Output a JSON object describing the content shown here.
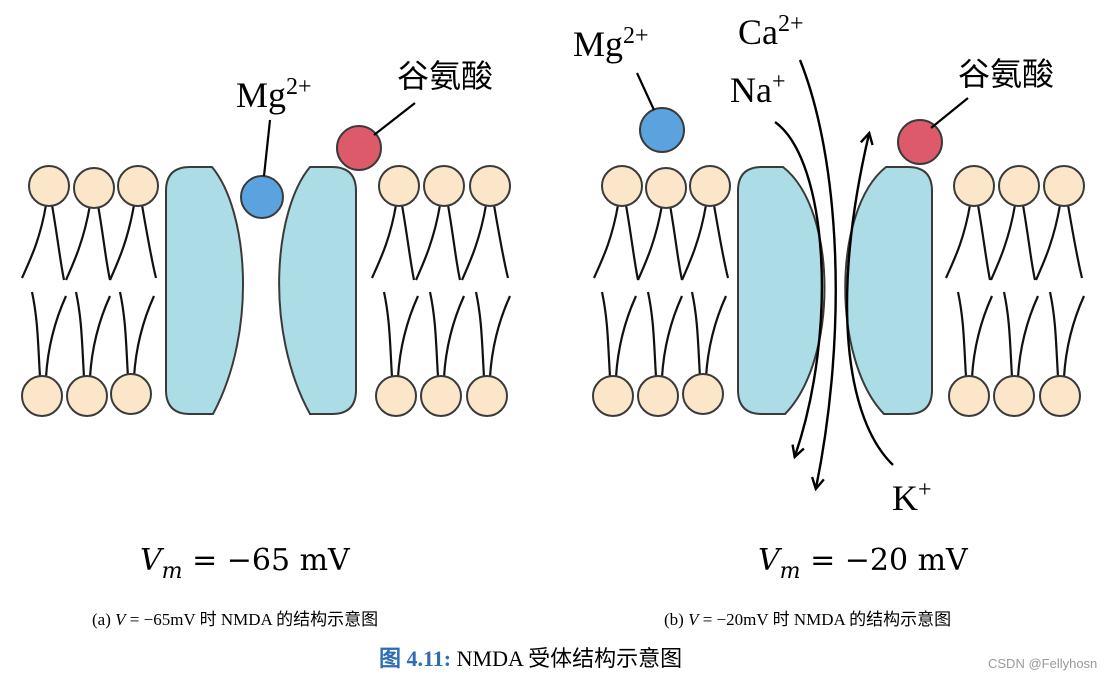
{
  "panel_a": {
    "mg_label": "Mg",
    "mg_charge": "2+",
    "glu_label": "谷氨酸",
    "voltage_eq": {
      "var": "V",
      "sub": "m",
      "rest": " = −65 mV"
    },
    "caption": {
      "prefix": "(a)",
      "var": "V",
      "rest": " = −65mV 时 NMDA 的结构示意图"
    }
  },
  "panel_b": {
    "mg_label": "Mg",
    "mg_charge": "2+",
    "glu_label": "谷氨酸",
    "ca_label": "Ca",
    "ca_charge": "2+",
    "na_label": "Na",
    "na_charge": "+",
    "k_label": "K",
    "k_charge": "+",
    "voltage_eq": {
      "var": "V",
      "sub": "m",
      "rest": " = −20 mV"
    },
    "caption": {
      "prefix": "(b)",
      "var": "V",
      "rest": " = −20mV 时 NMDA 的结构示意图"
    }
  },
  "figure_title": {
    "label": "图 4.11:",
    "text": " NMDA 受体结构示意图"
  },
  "watermark": "CSDN @Fellyhosn",
  "colors": {
    "lipid_head": "#fbe6c9",
    "channel": "#acdde6",
    "mg_ion": "#5aa3df",
    "glutamate": "#dd5a6a",
    "outline": "#3a3a3a",
    "figure_label": "#2e6db3"
  }
}
